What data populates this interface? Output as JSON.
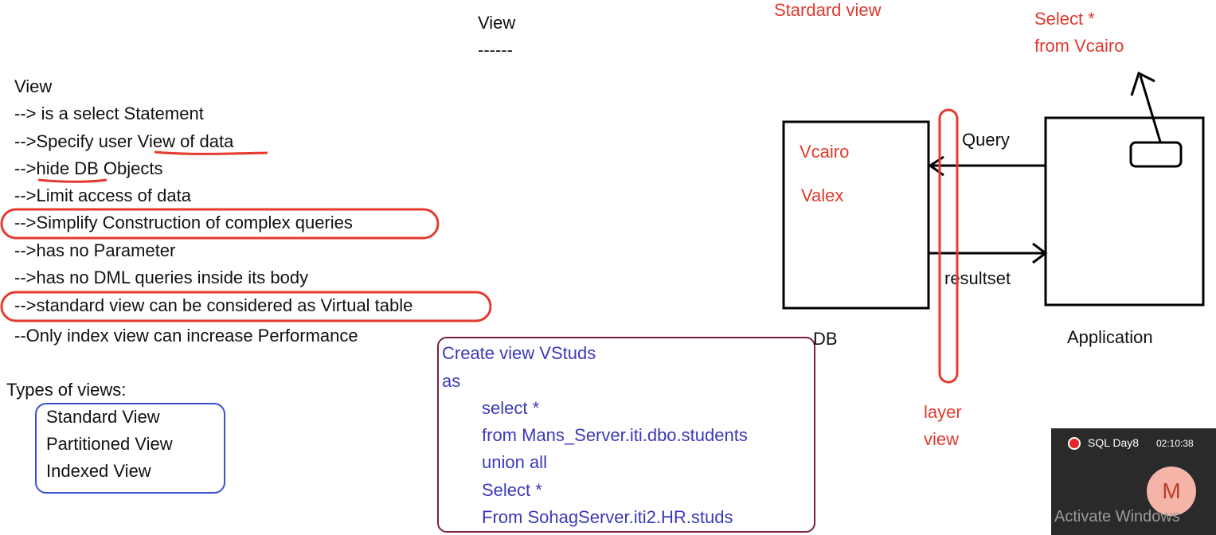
{
  "header": {
    "title": "View",
    "underline": "------"
  },
  "notes": {
    "heading": "View",
    "items": [
      "--> is a select Statement",
      "-->Specify user View of data",
      "-->hide DB Objects",
      "-->Limit access of data",
      "-->Simplify Construction of complex queries",
      "-->has no Parameter",
      "-->has no DML queries inside its body",
      "-->standard view can be considered as Virtual table",
      "--Only index view can increase Performance"
    ]
  },
  "types": {
    "heading": "Types of views:",
    "items": [
      "Standard View",
      "Partitioned View",
      "Indexed View"
    ]
  },
  "code": {
    "lines": [
      "Create view VStuds",
      "as",
      "select *",
      "from Mans_Server.iti.dbo.students",
      "union all",
      "Select *",
      "From SohagServer.iti2.HR.studs"
    ]
  },
  "diagram": {
    "standard_view_label": "Stardard view",
    "select_label_1": "Select *",
    "select_label_2": "from Vcairo",
    "db_items": [
      "Vcairo",
      "Valex"
    ],
    "query_label": "Query",
    "resultset_label": "resultset",
    "db_label": "DB",
    "application_label": "Application",
    "layer_label_1": "layer",
    "layer_label_2": "view"
  },
  "recording": {
    "title": "SQL Day8",
    "time": "02:10:38",
    "avatar_initial": "M"
  },
  "watermark": "Activate Windows",
  "colors": {
    "annotation_red": "#e03a2e",
    "code_blue": "#3b3ab8",
    "code_frame": "#7a1f3d",
    "types_frame": "#3b4fd0"
  }
}
